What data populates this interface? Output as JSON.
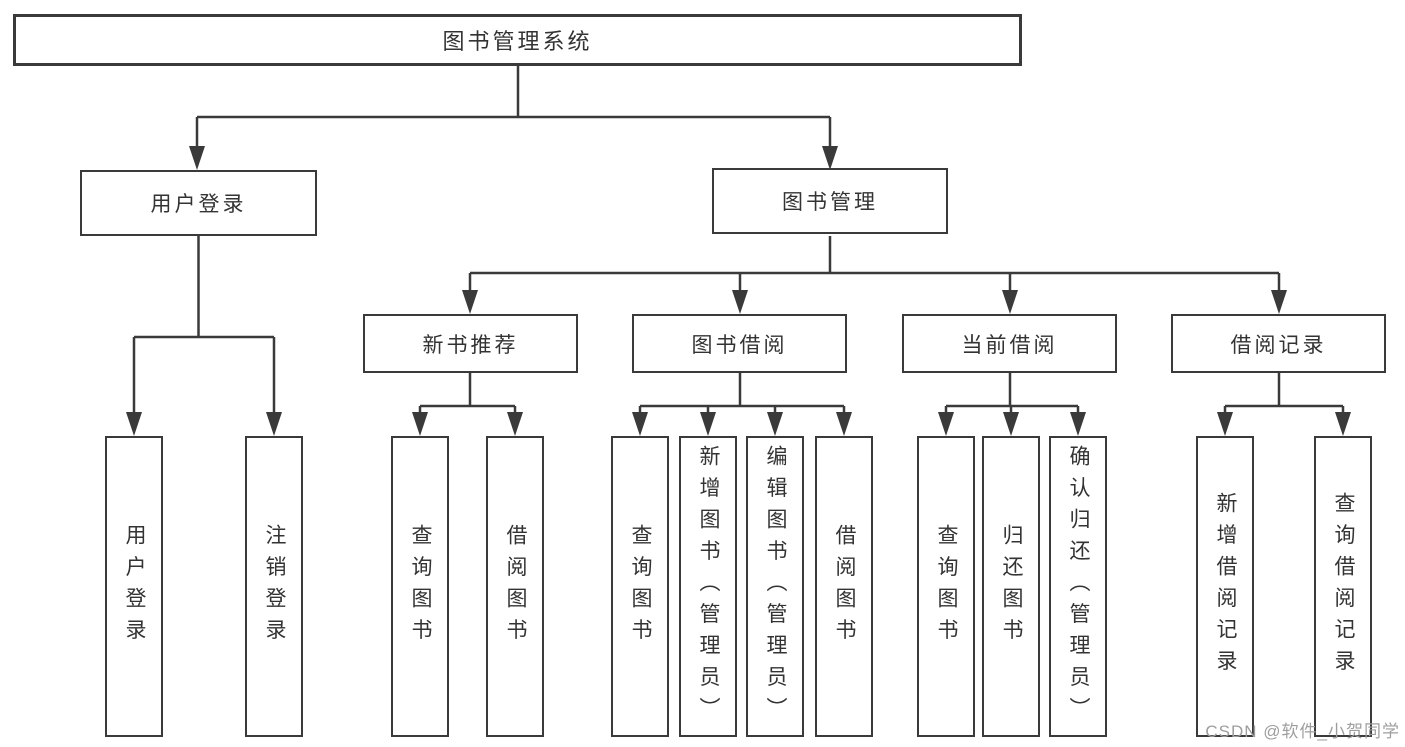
{
  "diagram": {
    "root": {
      "label": "图书管理系统"
    },
    "level2": [
      {
        "label": "用户登录"
      },
      {
        "label": "图书管理"
      }
    ],
    "level3": [
      {
        "label": "新书推荐"
      },
      {
        "label": "图书借阅"
      },
      {
        "label": "当前借阅"
      },
      {
        "label": "借阅记录"
      }
    ],
    "leaves": [
      {
        "label": "用户登录"
      },
      {
        "label": "注销登录"
      },
      {
        "label": "查询图书"
      },
      {
        "label": "借阅图书"
      },
      {
        "label": "查询图书"
      },
      {
        "label": "新增图书（管理员）"
      },
      {
        "label": "编辑图书（管理员）"
      },
      {
        "label": "借阅图书"
      },
      {
        "label": "查询图书"
      },
      {
        "label": "归还图书"
      },
      {
        "label": "确认归还（管理员）"
      },
      {
        "label": "新增借阅记录"
      },
      {
        "label": "查询借阅记录"
      }
    ]
  },
  "watermark": {
    "text": "CSDN @软件_小贺同学"
  },
  "colors": {
    "stroke": "#3a3a3a",
    "text": "#333333",
    "watermark": "#9e9e9e",
    "background": "#ffffff"
  }
}
